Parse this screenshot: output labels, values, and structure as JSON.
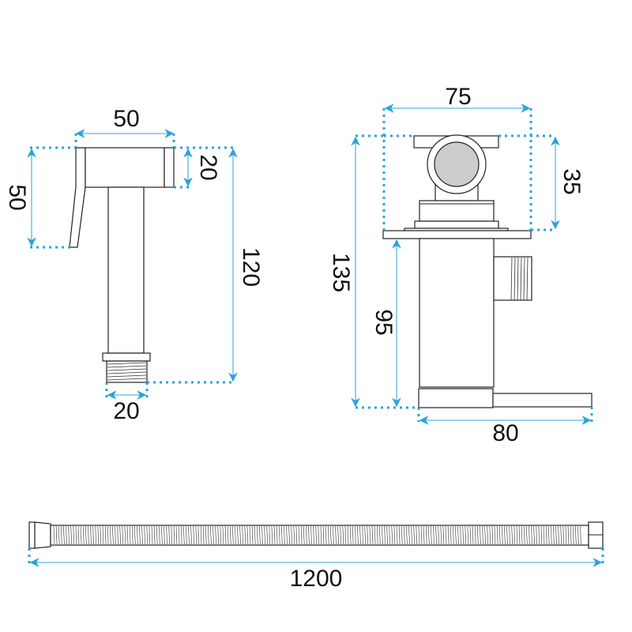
{
  "dimensions": {
    "handle_width": "50",
    "handle_height": "50",
    "handle_head_height": "20",
    "handle_total_height": "120",
    "handle_thread": "20",
    "valve_width": "75",
    "valve_head_height": "35",
    "valve_total_height": "135",
    "valve_body_height": "95",
    "valve_lever_length": "80",
    "hose_length": "1200"
  },
  "colors": {
    "dimension": "#29a3dc",
    "outline": "#222222",
    "knob_fill": "#cccccc"
  }
}
